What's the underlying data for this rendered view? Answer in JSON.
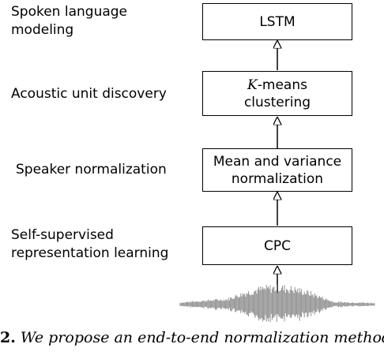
{
  "stages": [
    {
      "id": "lm",
      "label_lines": [
        "Spoken language",
        "modeling"
      ],
      "box_lines": [
        "LSTM"
      ]
    },
    {
      "id": "aud",
      "label_lines": [
        "Acoustic unit discovery"
      ],
      "box_lines": [
        "K-means",
        "clustering"
      ],
      "box_italic_prefix": "K"
    },
    {
      "id": "spk",
      "label_lines": [
        "Speaker normalization"
      ],
      "box_lines": [
        "Mean and variance",
        "normalization"
      ]
    },
    {
      "id": "ssl",
      "label_lines": [
        "Self-supervised",
        "representation learning"
      ],
      "box_lines": [
        "CPC"
      ]
    }
  ],
  "caption": {
    "number": "2.",
    "text": "We propose an end-to-end normalization method f"
  },
  "colors": {
    "stroke": "#000000",
    "waveform": "#909090"
  }
}
